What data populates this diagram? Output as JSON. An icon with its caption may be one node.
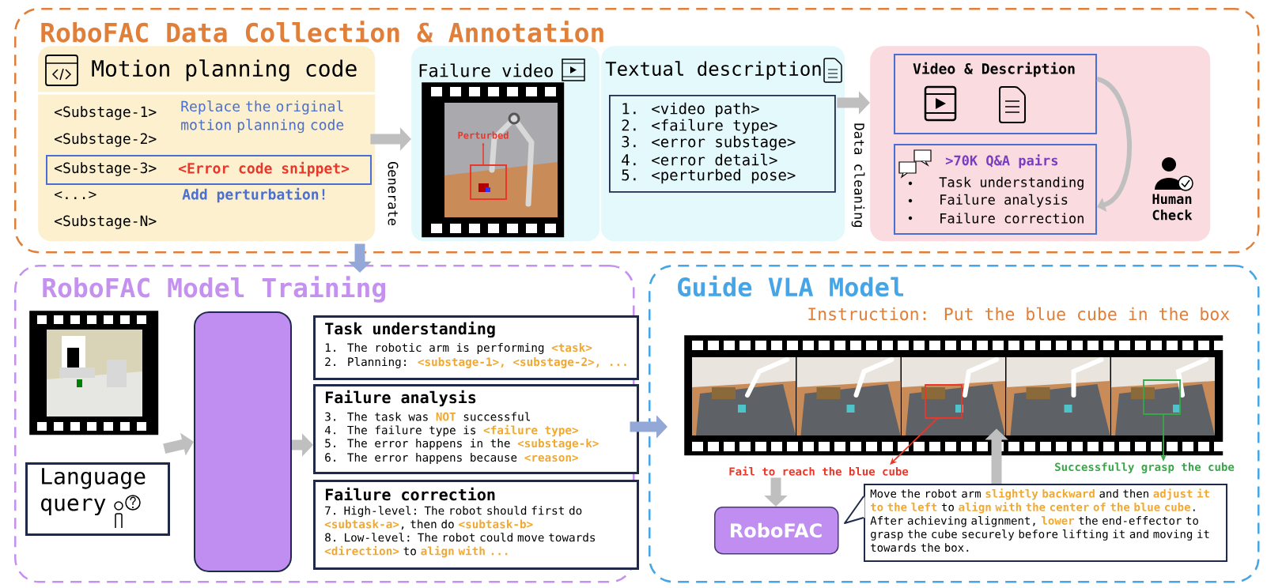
{
  "diagram": {
    "nodes": [
      {
        "text": [
          "RoboFAC Data Collection & Annotation"
        ]
      },
      {
        "text": [
          "Motion planning code",
          "<Substage-1>",
          "Replace the original motion planning code",
          "<Substage-2>",
          "<...>",
          "Add perturbation!",
          "<Substage-N>"
        ],
        "in": 0
      },
      {
        "text": [
          "<Substage-3>",
          "<Error code snippet>"
        ],
        "in": 1
      },
      {
        "text": [
          "Failure video"
        ],
        "in": 0
      },
      {
        "text": [
          "Textual description"
        ],
        "in": 0
      },
      {
        "text": [
          "1. <video path>",
          "2. <failure type>",
          "3. <error substage>",
          "4. <error detail>",
          "5. <perturbed pose>"
        ],
        "in": 4
      },
      {
        "text": [],
        "shape": "picture",
        "in": 3
      },
      {
        "text": [],
        "shape": "box",
        "in": 0
      },
      {
        "text": [
          "Video & Description"
        ],
        "in": 7
      },
      {
        "text": [
          ">70K Q&A pairs",
          "Task understanding",
          "Failure analysis",
          "Failure correction"
        ],
        "in": 7
      },
      {
        "text": [
          "Human Check"
        ],
        "in": 7
      },
      {
        "text": [
          "RoboFAC Model Training"
        ]
      },
      {
        "text": [],
        "shape": "picture",
        "in": 11
      },
      {
        "text": [
          "Language query"
        ],
        "in": 11
      },
      {
        "text": [],
        "shape": "box",
        "in": 11
      },
      {
        "text": [
          "Task understanding",
          "1. The robotic arm is performing **<task>**",
          "2. Planning: **<substage-1>, <substage-2>, ...**"
        ],
        "in": 11
      },
      {
        "text": [
          "Failure analysis",
          "3. The task was **NOT** successful",
          "4. The failure type is **<failure type>**",
          "5. The error happens in the **<substage-k>**",
          "6. The error happens because **<reason>**"
        ],
        "in": 11
      },
      {
        "text": [
          "Failure correction",
          "7. High-level: The robot should first do **<subtask-a>**, then do **<subtask-b>**",
          "8. Low-level: The robot could move towards **<direction>** to **align with ...**"
        ],
        "in": 11
      },
      {
        "text": [
          "Guide VLA Model"
        ]
      },
      {
        "text": [],
        "shape": "picture",
        "in": 18,
        "beside": [
          "Instruction: Put the blue cube in the box"
        ]
      },
      {
        "text": [
          "Fail to reach the blue cube"
        ],
        "in": 18
      },
      {
        "text": [
          "Successfully grasp the cube"
        ],
        "in": 18
      },
      {
        "text": [
          "RoboFAC"
        ],
        "in": 18
      },
      {
        "text": [
          "Move the robot arm **slightly backward** and then **adjust it to the left** to **align with the center of the blue cube**. After achieving alignment, **lower** the end-effector to grasp the cube securely before lifting it and moving it towards the box."
        ],
        "in": 18
      }
    ],
    "edges": [
      {
        "from": 1,
        "to": 3,
        "arrow": "to",
        "label": "Generate"
      },
      {
        "from": 4,
        "to": 7,
        "arrow": "to",
        "label": "Data cleaning"
      },
      {
        "from": 8,
        "to": 9,
        "arrow": "to"
      },
      {
        "from": 0,
        "to": 11,
        "arrow": "to",
        "color": "#94a8d8"
      },
      {
        "from": 12,
        "to": 14,
        "arrow": "to"
      },
      {
        "from": 13,
        "to": 14,
        "arrow": "to"
      },
      {
        "from": 14,
        "to": 16,
        "arrow": "to"
      },
      {
        "from": 11,
        "to": 18,
        "arrow": "to",
        "color": "#94a8d8"
      },
      {
        "from": 19,
        "to": 20,
        "arrow": "to",
        "color": "#e8382c"
      },
      {
        "from": 19,
        "to": 21,
        "arrow": "to",
        "color": "#3aa64a"
      },
      {
        "from": 20,
        "to": 22,
        "arrow": "to"
      },
      {
        "from": 23,
        "to": 19,
        "arrow": "to"
      }
    ],
    "labels": [
      "Perturbed"
    ]
  }
}
